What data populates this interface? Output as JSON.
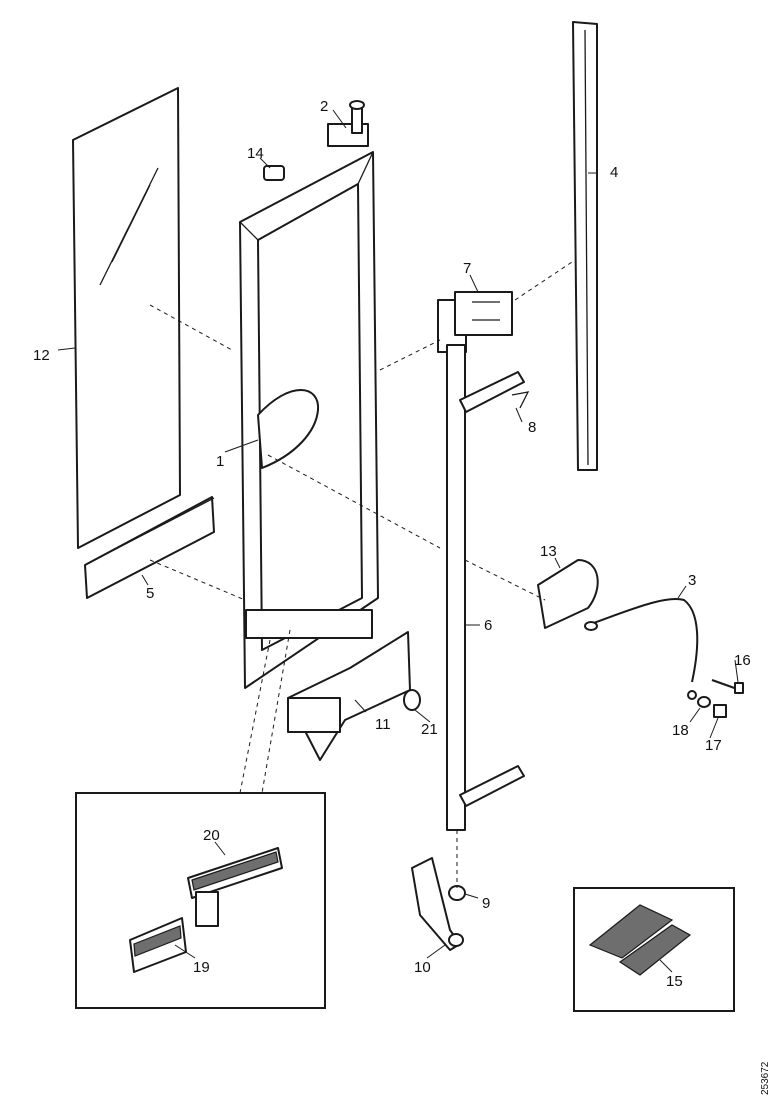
{
  "diagram": {
    "labels": {
      "p1": "1",
      "p2": "2",
      "p3": "3",
      "p4": "4",
      "p5": "5",
      "p6": "6",
      "p7": "7",
      "p8": "8",
      "p9": "9",
      "p10": "10",
      "p11": "11",
      "p12": "12",
      "p13": "13",
      "p14": "14",
      "p15": "15",
      "p16": "16",
      "p17": "17",
      "p18": "18",
      "p19": "19",
      "p20": "20",
      "p21": "21"
    },
    "drawing_code": "253672"
  }
}
